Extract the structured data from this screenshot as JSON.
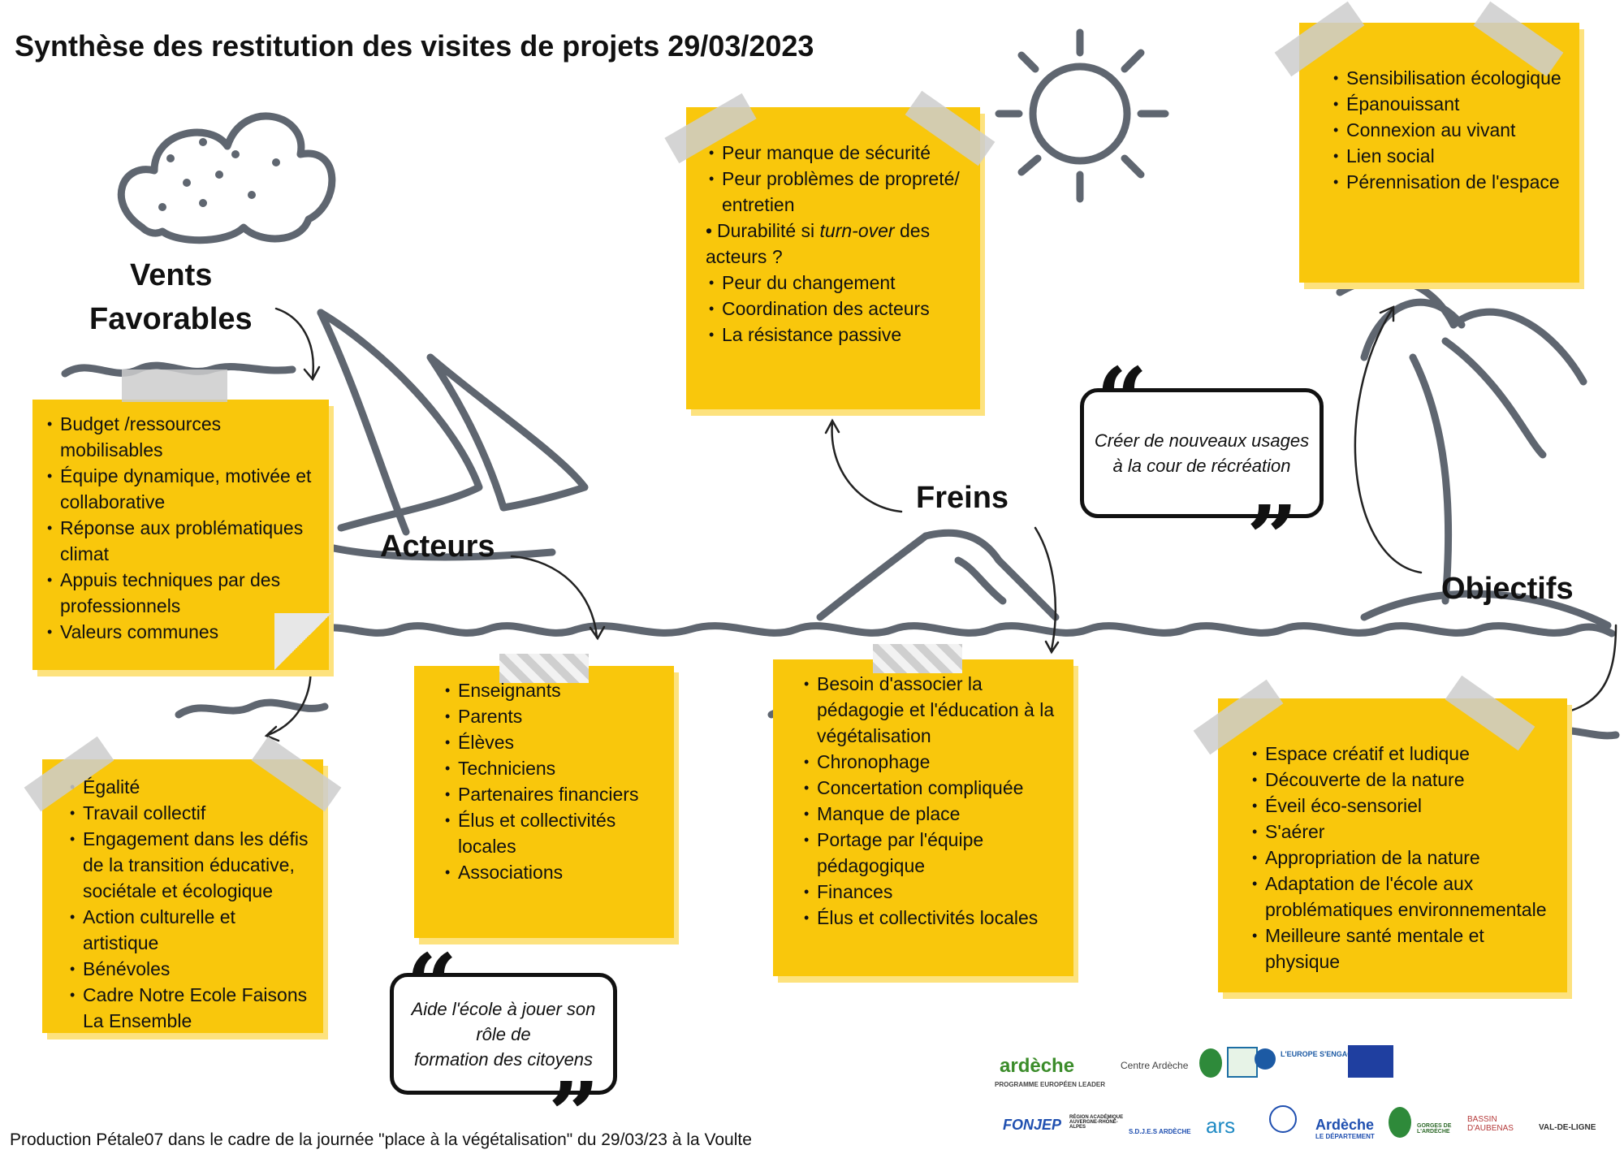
{
  "title": "Synthèse des restitution des visites de projets 29/03/2023",
  "labels": {
    "vents_line1": "Vents",
    "vents_line2": "Favorables",
    "acteurs": "Acteurs",
    "freins": "Freins",
    "objectifs": "Objectifs"
  },
  "notes": {
    "vents": [
      "Budget /ressources mobilisables",
      "Équipe dynamique, motivée et collaborative",
      "Réponse aux problématiques climat",
      "Appuis techniques par des professionnels",
      "Valeurs communes"
    ],
    "valeurs": [
      "Égalité",
      "Travail collectif",
      "Engagement dans les défis de la transition éducative, sociétale et écologique",
      "Action culturelle et artistique",
      "Bénévoles",
      "Cadre Notre Ecole Faisons La Ensemble"
    ],
    "acteurs": [
      "Enseignants",
      "Parents",
      "Élèves",
      "Techniciens",
      "Partenaires financiers",
      "Élus et collectivités locales",
      "Associations"
    ],
    "freins_haut": [
      "Peur manque de sécurité",
      "Peur problèmes de propreté/ entretien"
    ],
    "freins_haut_durabilite": {
      "before": "Durabilité si ",
      "emph": "turn-over",
      "after": " des acteurs ?"
    },
    "freins_haut_fin": [
      "Peur du changement",
      "Coordination des acteurs",
      "La résistance passive"
    ],
    "freins_bas": [
      "Besoin d'associer la pédagogie et l'éducation à la végétalisation",
      "Chronophage",
      "Concertation compliquée",
      "Manque de place",
      "Portage par l'équipe pédagogique",
      "Finances",
      "Élus et collectivités locales"
    ],
    "objectifs_haut": [
      "Sensibilisation écologique",
      "Épanouissant",
      "Connexion au vivant",
      "Lien social",
      "Pérennisation de l'espace"
    ],
    "objectifs_bas": [
      "Espace créatif et ludique",
      "Découverte de la nature",
      "Éveil éco-sensoriel",
      "S'aérer",
      "Appropriation de la nature",
      "Adaptation de l'école aux problématiques environnementale",
      "Meilleure santé mentale et physique"
    ]
  },
  "quotes": {
    "q1_line1": "Créer de nouveaux usages",
    "q1_line2": "à la cour de récréation",
    "q2_line1": "Aide l'école à jouer son",
    "q2_line2": "rôle de",
    "q2_line3": "formation des citoyens"
  },
  "footer": "Production Pétale07 dans le cadre de la journée \"place à la végétalisation\" du 29/03/23 à la Voulte",
  "logos": {
    "ardeche3": "ardèche",
    "ardeche3_sub": "PROGRAMME EUROPÉEN LEADER",
    "centre_ardeche": "Centre Ardèche",
    "europe": "L'EUROPE S'ENGAGE en région",
    "fonjep": "FONJEP",
    "region": "RÉGION ACADÉMIQUE AUVERGNE-RHÔNE-ALPES",
    "sdjes": "S.D.J.E.S ARDÈCHE",
    "ars": "ars",
    "ardeche_dept": "Ardèche",
    "ardeche_dept_sub": "LE DÉPARTEMENT",
    "gorges": "GORGES DE L'ARDÈCHE",
    "bassin": "BASSIN D'AUBENAS",
    "val_de_ligne": "VAL-DE-LIGNE"
  },
  "colors": {
    "note_yellow": "#f9c70c",
    "note_shadow": "#fde27e",
    "sketch_gray": "#5f6670",
    "tape_gray": "#cdcdcd"
  }
}
